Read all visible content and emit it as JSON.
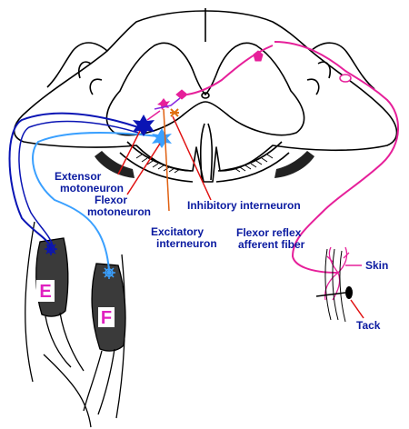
{
  "labels": {
    "extensor_motoneuron": [
      "Extensor",
      "motoneuron"
    ],
    "flexor_motoneuron": [
      "Flexor",
      "motoneuron"
    ],
    "excitatory_interneuron": [
      "Excitatory",
      "interneuron"
    ],
    "inhibitory_interneuron": "Inhibitory interneuron",
    "flexor_reflex_afferent": [
      "Flexor reflex",
      "afferent fiber"
    ],
    "skin": "Skin",
    "tack": "Tack",
    "muscle_e": "E",
    "muscle_f": "F"
  },
  "colors": {
    "outline": "#000000",
    "extensor_blue": "#0a14b4",
    "flexor_blue": "#3aa0ff",
    "afferent_magenta": "#e6209a",
    "interneuron_orange": "#e07010",
    "inhibitory_violet": "#8a2be2",
    "label_navy": "#0a1aa0",
    "letter_magenta": "#e020c0"
  }
}
